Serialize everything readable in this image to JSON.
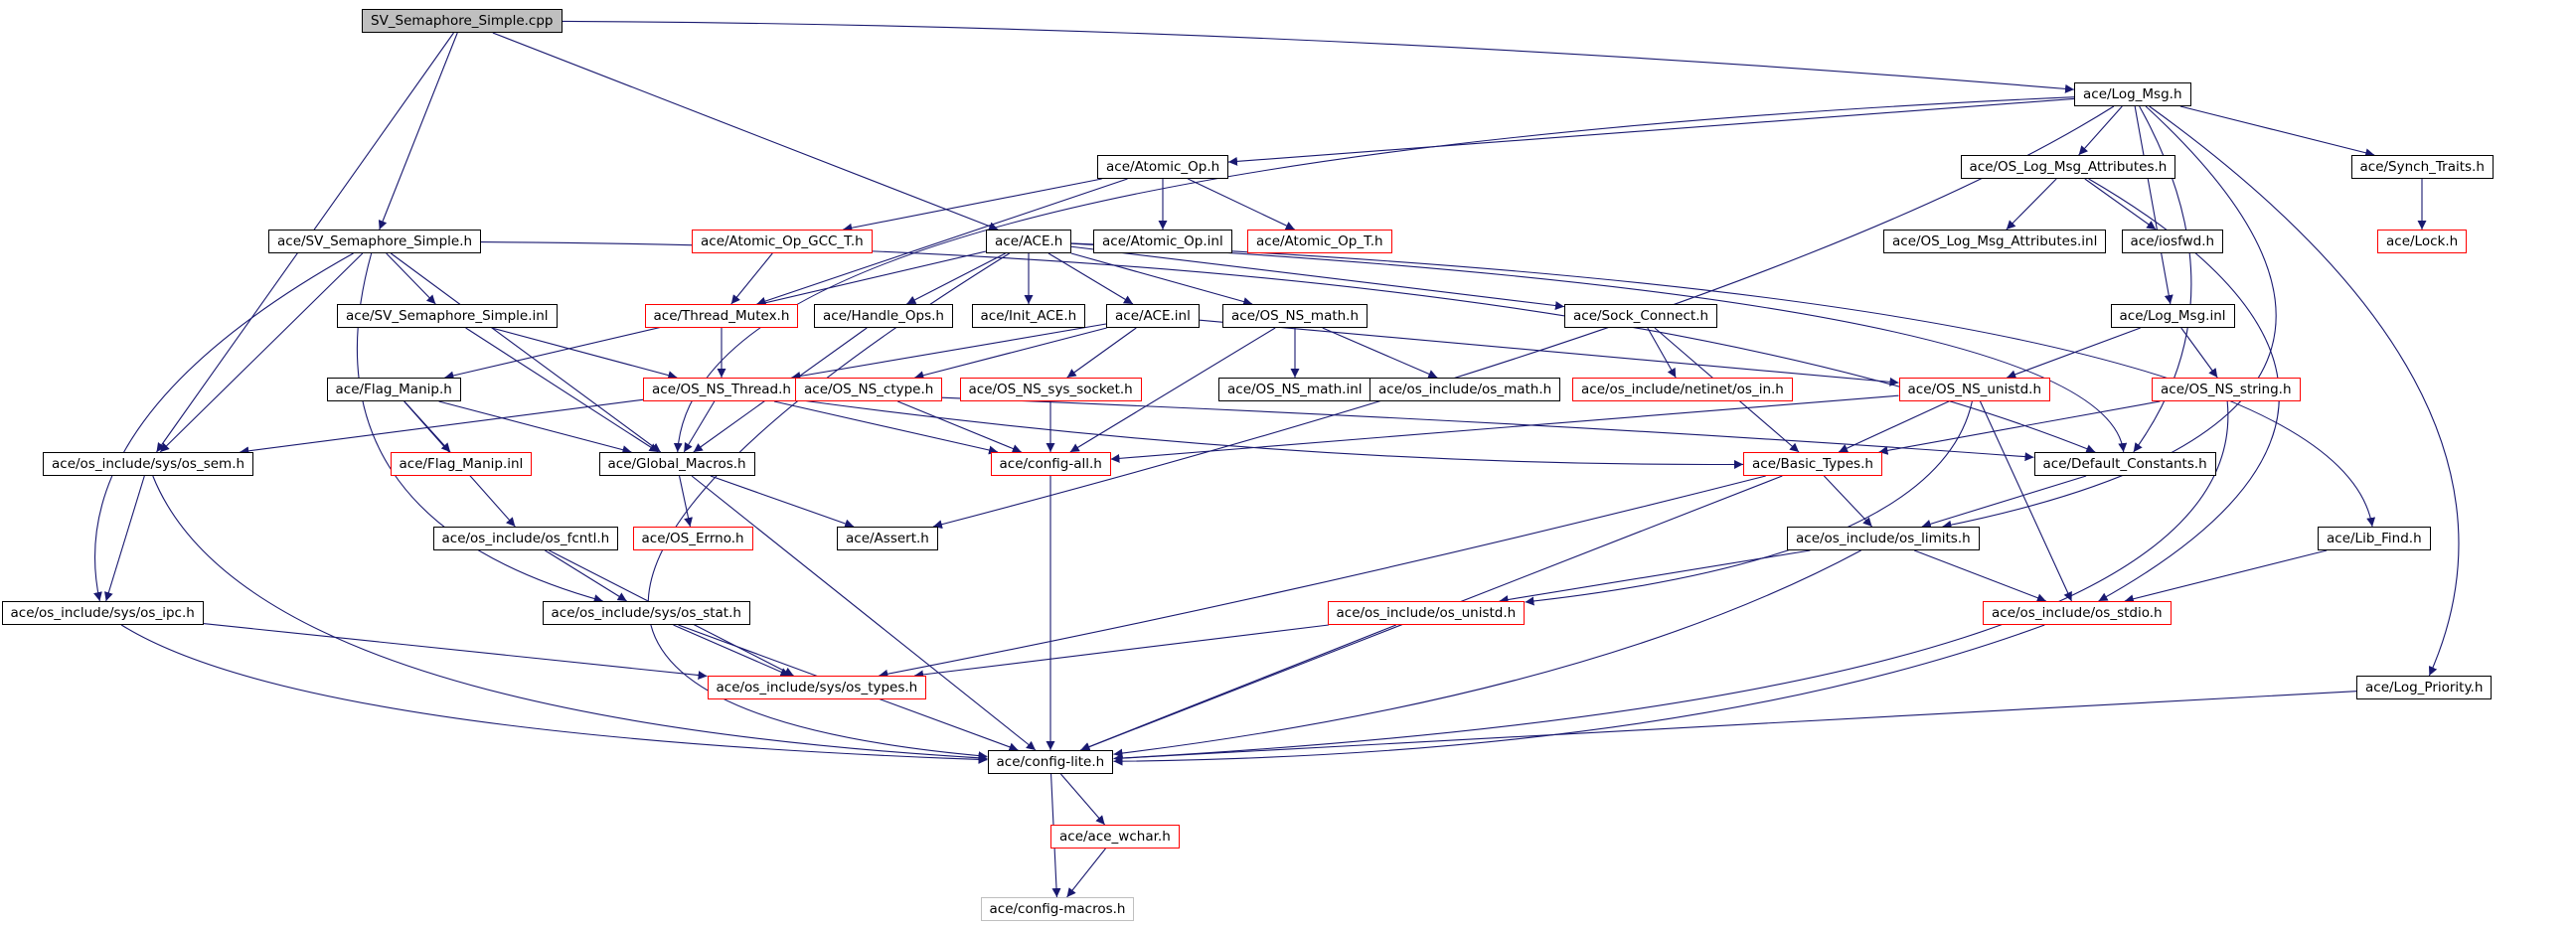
{
  "diagram": {
    "colors": {
      "edge": "#191970",
      "normal_border": "#000000",
      "red_border": "#ff0000",
      "gray_border": "#bfbfbf",
      "root_fill": "#bfbfbf"
    },
    "nodes": [
      {
        "id": "root",
        "label": "SV_Semaphore_Simple.cpp",
        "style": "root"
      },
      {
        "id": "log_msg",
        "label": "ace/Log_Msg.h",
        "style": "normal"
      },
      {
        "id": "atomic_op",
        "label": "ace/Atomic_Op.h",
        "style": "normal"
      },
      {
        "id": "os_log_attr",
        "label": "ace/OS_Log_Msg_Attributes.h",
        "style": "normal"
      },
      {
        "id": "synch_traits",
        "label": "ace/Synch_Traits.h",
        "style": "normal"
      },
      {
        "id": "sv_sem_h",
        "label": "ace/SV_Semaphore_Simple.h",
        "style": "normal"
      },
      {
        "id": "atomic_gcc",
        "label": "ace/Atomic_Op_GCC_T.h",
        "style": "red"
      },
      {
        "id": "ace_h",
        "label": "ace/ACE.h",
        "style": "normal"
      },
      {
        "id": "atomic_inl",
        "label": "ace/Atomic_Op.inl",
        "style": "normal"
      },
      {
        "id": "atomic_t",
        "label": "ace/Atomic_Op_T.h",
        "style": "red"
      },
      {
        "id": "os_log_attr_inl",
        "label": "ace/OS_Log_Msg_Attributes.inl",
        "style": "normal"
      },
      {
        "id": "iosfwd",
        "label": "ace/iosfwd.h",
        "style": "normal"
      },
      {
        "id": "lock",
        "label": "ace/Lock.h",
        "style": "red"
      },
      {
        "id": "sv_sem_inl",
        "label": "ace/SV_Semaphore_Simple.inl",
        "style": "normal"
      },
      {
        "id": "thread_mutex",
        "label": "ace/Thread_Mutex.h",
        "style": "red"
      },
      {
        "id": "handle_ops",
        "label": "ace/Handle_Ops.h",
        "style": "normal"
      },
      {
        "id": "init_ace",
        "label": "ace/Init_ACE.h",
        "style": "normal"
      },
      {
        "id": "ace_inl",
        "label": "ace/ACE.inl",
        "style": "normal"
      },
      {
        "id": "os_ns_math",
        "label": "ace/OS_NS_math.h",
        "style": "normal"
      },
      {
        "id": "sock_connect",
        "label": "ace/Sock_Connect.h",
        "style": "normal"
      },
      {
        "id": "log_msg_inl",
        "label": "ace/Log_Msg.inl",
        "style": "normal"
      },
      {
        "id": "flag_manip",
        "label": "ace/Flag_Manip.h",
        "style": "normal"
      },
      {
        "id": "os_ns_thread",
        "label": "ace/OS_NS_Thread.h",
        "style": "red"
      },
      {
        "id": "os_ns_ctype",
        "label": "ace/OS_NS_ctype.h",
        "style": "red"
      },
      {
        "id": "os_ns_sys_socket",
        "label": "ace/OS_NS_sys_socket.h",
        "style": "red"
      },
      {
        "id": "os_ns_math_inl",
        "label": "ace/OS_NS_math.inl",
        "style": "normal"
      },
      {
        "id": "os_math",
        "label": "ace/os_include/os_math.h",
        "style": "normal"
      },
      {
        "id": "netinet_in",
        "label": "ace/os_include/netinet/os_in.h",
        "style": "red"
      },
      {
        "id": "os_ns_unistd",
        "label": "ace/OS_NS_unistd.h",
        "style": "red"
      },
      {
        "id": "os_ns_string",
        "label": "ace/OS_NS_string.h",
        "style": "red"
      },
      {
        "id": "os_sem",
        "label": "ace/os_include/sys/os_sem.h",
        "style": "normal"
      },
      {
        "id": "flag_manip_inl",
        "label": "ace/Flag_Manip.inl",
        "style": "red"
      },
      {
        "id": "global_macros",
        "label": "ace/Global_Macros.h",
        "style": "normal"
      },
      {
        "id": "config_all",
        "label": "ace/config-all.h",
        "style": "red"
      },
      {
        "id": "basic_types",
        "label": "ace/Basic_Types.h",
        "style": "red"
      },
      {
        "id": "default_constants",
        "label": "ace/Default_Constants.h",
        "style": "normal"
      },
      {
        "id": "os_fcntl",
        "label": "ace/os_include/os_fcntl.h",
        "style": "normal"
      },
      {
        "id": "os_errno",
        "label": "ace/OS_Errno.h",
        "style": "red"
      },
      {
        "id": "assert",
        "label": "ace/Assert.h",
        "style": "normal"
      },
      {
        "id": "os_limits",
        "label": "ace/os_include/os_limits.h",
        "style": "normal"
      },
      {
        "id": "lib_find",
        "label": "ace/Lib_Find.h",
        "style": "normal"
      },
      {
        "id": "os_ipc",
        "label": "ace/os_include/sys/os_ipc.h",
        "style": "normal"
      },
      {
        "id": "os_stat",
        "label": "ace/os_include/sys/os_stat.h",
        "style": "normal"
      },
      {
        "id": "os_unistd",
        "label": "ace/os_include/os_unistd.h",
        "style": "red"
      },
      {
        "id": "os_stdio",
        "label": "ace/os_include/os_stdio.h",
        "style": "red"
      },
      {
        "id": "os_types",
        "label": "ace/os_include/sys/os_types.h",
        "style": "red"
      },
      {
        "id": "log_priority",
        "label": "ace/Log_Priority.h",
        "style": "normal"
      },
      {
        "id": "config_lite",
        "label": "ace/config-lite.h",
        "style": "normal"
      },
      {
        "id": "ace_wchar",
        "label": "ace/ace_wchar.h",
        "style": "red"
      },
      {
        "id": "config_macros",
        "label": "ace/config-macros.h",
        "style": "gray"
      }
    ],
    "edges": [
      [
        "root",
        "log_msg"
      ],
      [
        "root",
        "sv_sem_h"
      ],
      [
        "root",
        "ace_h"
      ],
      [
        "root",
        "os_sem"
      ],
      [
        "log_msg",
        "atomic_op"
      ],
      [
        "log_msg",
        "os_log_attr"
      ],
      [
        "log_msg",
        "synch_traits"
      ],
      [
        "log_msg",
        "log_msg_inl"
      ],
      [
        "log_msg",
        "default_constants"
      ],
      [
        "log_msg",
        "os_limits"
      ],
      [
        "log_msg",
        "log_priority"
      ],
      [
        "log_msg",
        "global_macros"
      ],
      [
        "log_msg",
        "assert"
      ],
      [
        "atomic_op",
        "atomic_gcc"
      ],
      [
        "atomic_op",
        "atomic_inl"
      ],
      [
        "atomic_op",
        "atomic_t"
      ],
      [
        "atomic_op",
        "thread_mutex"
      ],
      [
        "os_log_attr",
        "os_log_attr_inl"
      ],
      [
        "os_log_attr",
        "iosfwd"
      ],
      [
        "os_log_attr",
        "os_stdio"
      ],
      [
        "synch_traits",
        "lock"
      ],
      [
        "atomic_gcc",
        "thread_mutex"
      ],
      [
        "thread_mutex",
        "os_ns_thread"
      ],
      [
        "sv_sem_h",
        "sv_sem_inl"
      ],
      [
        "sv_sem_h",
        "os_sem"
      ],
      [
        "sv_sem_h",
        "os_ipc"
      ],
      [
        "sv_sem_h",
        "os_stat"
      ],
      [
        "sv_sem_h",
        "global_macros"
      ],
      [
        "sv_sem_h",
        "default_constants"
      ],
      [
        "sv_sem_inl",
        "os_ns_thread"
      ],
      [
        "sv_sem_inl",
        "global_macros"
      ],
      [
        "ace_h",
        "handle_ops"
      ],
      [
        "ace_h",
        "init_ace"
      ],
      [
        "ace_h",
        "ace_inl"
      ],
      [
        "ace_h",
        "os_ns_math"
      ],
      [
        "ace_h",
        "sock_connect"
      ],
      [
        "ace_h",
        "flag_manip"
      ],
      [
        "ace_h",
        "lib_find"
      ],
      [
        "ace_h",
        "default_constants"
      ],
      [
        "ace_h",
        "config_lite"
      ],
      [
        "handle_ops",
        "global_macros"
      ],
      [
        "ace_inl",
        "os_ns_thread"
      ],
      [
        "ace_inl",
        "os_ns_ctype"
      ],
      [
        "ace_inl",
        "os_ns_sys_socket"
      ],
      [
        "ace_inl",
        "os_ns_unistd"
      ],
      [
        "os_ns_math",
        "os_ns_math_inl"
      ],
      [
        "os_ns_math",
        "os_math"
      ],
      [
        "os_ns_math",
        "config_all"
      ],
      [
        "sock_connect",
        "netinet_in"
      ],
      [
        "sock_connect",
        "basic_types"
      ],
      [
        "log_msg_inl",
        "os_ns_unistd"
      ],
      [
        "log_msg_inl",
        "os_ns_string"
      ],
      [
        "flag_manip",
        "flag_manip_inl"
      ],
      [
        "flag_manip",
        "global_macros"
      ],
      [
        "flag_manip",
        "os_fcntl"
      ],
      [
        "os_ns_thread",
        "os_sem"
      ],
      [
        "os_ns_thread",
        "global_macros"
      ],
      [
        "os_ns_thread",
        "config_all"
      ],
      [
        "os_ns_thread",
        "basic_types"
      ],
      [
        "os_ns_thread",
        "default_constants"
      ],
      [
        "os_ns_ctype",
        "config_all"
      ],
      [
        "os_ns_sys_socket",
        "config_all"
      ],
      [
        "os_ns_unistd",
        "basic_types"
      ],
      [
        "os_ns_unistd",
        "os_stdio"
      ],
      [
        "os_ns_unistd",
        "os_unistd"
      ],
      [
        "os_ns_unistd",
        "config_all"
      ],
      [
        "os_ns_string",
        "basic_types"
      ],
      [
        "os_ns_string",
        "config_lite"
      ],
      [
        "os_sem",
        "os_ipc"
      ],
      [
        "os_sem",
        "config_lite"
      ],
      [
        "global_macros",
        "os_errno"
      ],
      [
        "global_macros",
        "assert"
      ],
      [
        "global_macros",
        "config_lite"
      ],
      [
        "config_all",
        "config_lite"
      ],
      [
        "basic_types",
        "os_limits"
      ],
      [
        "basic_types",
        "config_lite"
      ],
      [
        "basic_types",
        "os_types"
      ],
      [
        "default_constants",
        "os_limits"
      ],
      [
        "os_fcntl",
        "os_stat"
      ],
      [
        "os_fcntl",
        "os_types"
      ],
      [
        "os_limits",
        "os_unistd"
      ],
      [
        "os_limits",
        "os_stdio"
      ],
      [
        "os_limits",
        "config_lite"
      ],
      [
        "lib_find",
        "os_stdio"
      ],
      [
        "os_ipc",
        "os_types"
      ],
      [
        "os_ipc",
        "config_lite"
      ],
      [
        "os_stat",
        "os_types"
      ],
      [
        "os_stat",
        "config_lite"
      ],
      [
        "os_unistd",
        "os_types"
      ],
      [
        "os_unistd",
        "config_lite"
      ],
      [
        "os_stdio",
        "config_lite"
      ],
      [
        "log_priority",
        "config_lite"
      ],
      [
        "config_lite",
        "ace_wchar"
      ],
      [
        "config_lite",
        "config_macros"
      ],
      [
        "ace_wchar",
        "config_macros"
      ]
    ]
  }
}
